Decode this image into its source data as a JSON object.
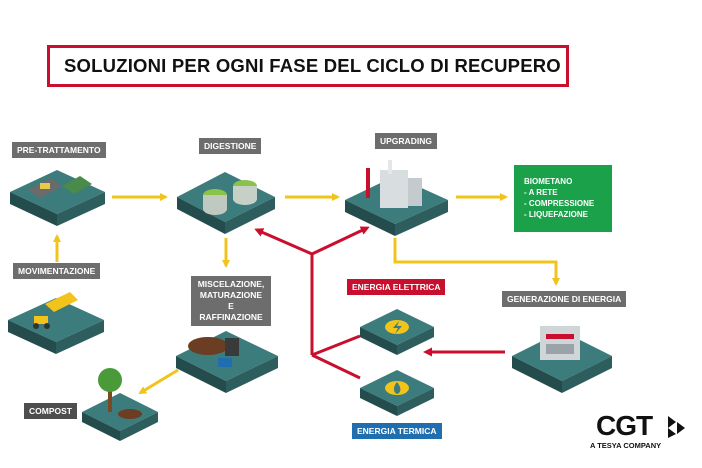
{
  "title": "SOLUZIONI PER OGNI FASE DEL CICLO DI RECUPERO",
  "nodes": {
    "pretrattamento": "PRE-TRATTAMENTO",
    "digestione": "DIGESTIONE",
    "upgrading": "UPGRADING",
    "movimentazione": "MOVIMENTAZIONE",
    "miscelazione": "MISCELAZIONE, MATURAZIONE E RAFFINAZIONE",
    "energia_elettrica": "ENERGIA ELETTRICA",
    "generazione": "GENERAZIONE DI ENERGIA",
    "compost": "COMPOST",
    "energia_termica": "ENERGIA TERMICA"
  },
  "biometano": {
    "title": "BIOMETANO",
    "items": [
      "- A RETE",
      "- COMPRESSIONE",
      "- LIQUEFAZIONE"
    ]
  },
  "logo": {
    "name": "CGT",
    "tagline": "A TESYA COMPANY"
  },
  "colors": {
    "flow_arrow": "#f2c41b",
    "energy_arrow": "#c8102e",
    "platform_top": "#3d7c7c",
    "biometano_box": "#1aa14a"
  }
}
